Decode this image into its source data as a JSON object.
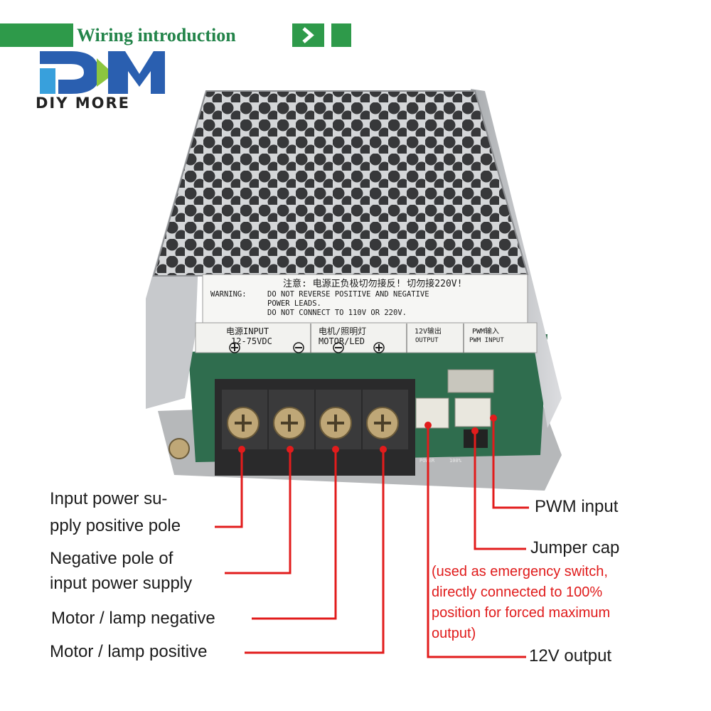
{
  "header": {
    "title": "Wiring introduction",
    "arrow_icon": "chevron-right-icon",
    "color": "#2e9a4a"
  },
  "brand": {
    "logo_text": "DM",
    "name": "DIY MORE"
  },
  "device": {
    "warning_cn": "注意: 电源正负极切勿接反! 切勿接220V!",
    "warning_label": "WARNING:",
    "warning_line1": "DO NOT REVERSE POSITIVE AND NEGATIVE",
    "warning_line2": "POWER LEADS.",
    "warning_line3": "DO NOT CONNECT TO 110V OR 220V.",
    "terminal_power_cn": "电源INPUT",
    "terminal_power_range": "12-75VDC",
    "terminal_motor_cn": "电机/照明灯",
    "terminal_motor_en": "MOTOR/LED",
    "terminal_12v_cn": "12V输出",
    "terminal_12v_en": "OUTPUT",
    "terminal_pwm_cn": "PWM输入",
    "terminal_pwm_en": "PWM INPUT",
    "board_power": "POWER",
    "board_100": "100%"
  },
  "callouts": {
    "input_positive_1": "Input power su-",
    "input_positive_2": "pply positive pole",
    "input_negative_1": "Negative pole of",
    "input_negative_2": "input power supply",
    "motor_negative": "Motor / lamp negative",
    "motor_positive": "Motor / lamp positive",
    "pwm_input": "PWM input",
    "jumper_cap": "Jumper cap",
    "jumper_note_1": "(used as emergency switch,",
    "jumper_note_2": "directly connected to 100%",
    "jumper_note_3": "position for forced maximum",
    "jumper_note_4": "output)",
    "output_12v": "12V output"
  },
  "colors": {
    "callout_line": "#e21c1c",
    "dot": "#e21c1c",
    "text": "#1c1c1c",
    "accent_red": "#e01b1b"
  }
}
